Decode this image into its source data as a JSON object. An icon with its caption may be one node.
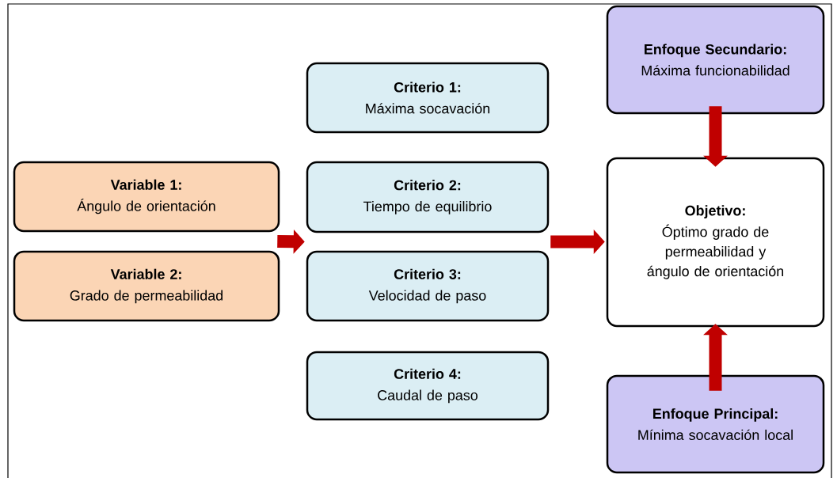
{
  "diagram": {
    "nodes": [
      {
        "text": [
          "Variable 1:",
          "Ángulo de orientación"
        ]
      },
      {
        "text": [
          "Variable 2:",
          "Grado de permeabilidad"
        ]
      },
      {
        "text": [
          "Criterio 1:",
          "Máxima socavación"
        ]
      },
      {
        "text": [
          "Criterio 2:",
          "Tiempo de equilibrio"
        ]
      },
      {
        "text": [
          "Criterio 3:",
          "Velocidad de paso"
        ]
      },
      {
        "text": [
          "Criterio 4:",
          "Caudal de paso"
        ]
      },
      {
        "text": [
          "Enfoque Secundario:",
          "Máxima funcionabilidad"
        ]
      },
      {
        "text": [
          "Objetivo:",
          "Óptimo grado de permeabilidad y ángulo de orientación"
        ]
      },
      {
        "text": [
          "Enfoque Principal:",
          "Mínima socavación local"
        ]
      }
    ],
    "edges": [
      {
        "from": 0,
        "to": 3,
        "arrow": "to"
      },
      {
        "from": 1,
        "to": 4,
        "arrow": "to"
      },
      {
        "from": 3,
        "to": 7,
        "arrow": "to"
      },
      {
        "from": 4,
        "to": 7,
        "arrow": "to"
      },
      {
        "from": 6,
        "to": 7,
        "arrow": "to"
      },
      {
        "from": 8,
        "to": 7,
        "arrow": "to"
      }
    ]
  }
}
